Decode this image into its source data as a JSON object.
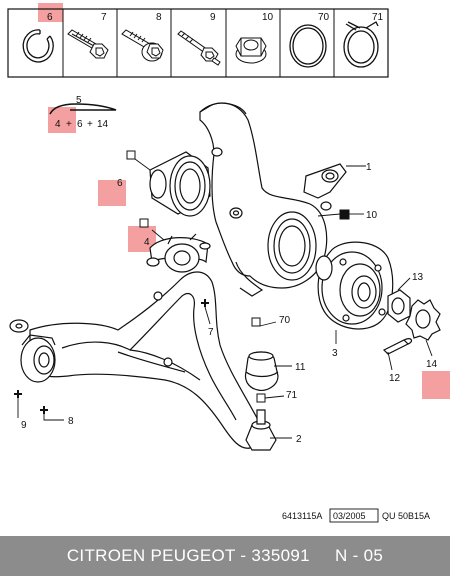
{
  "accent_color": "#f4a0a0",
  "kit_panel": {
    "items": [
      {
        "number": "6",
        "highlighted": true
      },
      {
        "number": "7"
      },
      {
        "number": "8"
      },
      {
        "number": "9"
      },
      {
        "number": "10"
      },
      {
        "number": "70"
      },
      {
        "number": "71"
      }
    ]
  },
  "formula": {
    "top": "5",
    "parts": [
      "4",
      "+",
      "6",
      "+",
      "14"
    ]
  },
  "callouts": {
    "c1": "1",
    "c2": "2",
    "c3": "3",
    "c4": "4",
    "c6": "6",
    "c7": "7",
    "c8": "8",
    "c9": "9",
    "c10": "10",
    "c11": "11",
    "c12": "12",
    "c13": "13",
    "c14": "14",
    "c70": "70",
    "c71": "71"
  },
  "reference": {
    "code": "6413115A",
    "date": "03/2005",
    "qu": "QU  50B15A"
  },
  "footer": {
    "text": "CITROEN PEUGEOT - 335091     N - 05"
  }
}
